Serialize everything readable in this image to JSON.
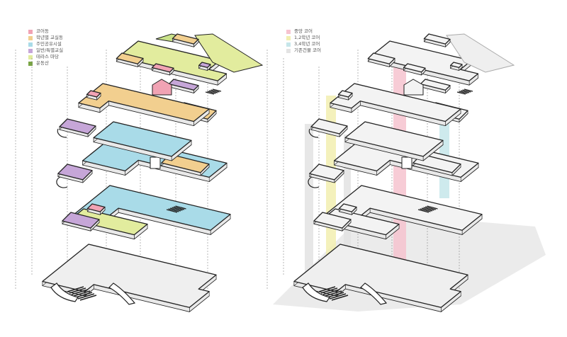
{
  "legend_left": [
    {
      "label": "코어동",
      "color": "#f1a3b4"
    },
    {
      "label": "학년별 교실동",
      "color": "#f2cf8f"
    },
    {
      "label": "주민공유시설",
      "color": "#a9dbe8"
    },
    {
      "label": "일반/특별교실",
      "color": "#c6a6d8"
    },
    {
      "label": "테라스 마당",
      "color": "#e2ec9e"
    },
    {
      "label": "운동산",
      "color": "#79a544"
    }
  ],
  "legend_right": [
    {
      "label": "중앙 코어",
      "color": "#f6c3cf"
    },
    {
      "label": "1,2학년 코어",
      "color": "#f2efb0"
    },
    {
      "label": "3,4학년 코어",
      "color": "#c6e6ea"
    },
    {
      "label": "기존건물 코어",
      "color": "#e3e3e3"
    }
  ],
  "palette": {
    "core": "#f1a3b4",
    "grade": "#f2cf8f",
    "shared": "#a9dbe8",
    "classroom": "#c6a6d8",
    "terrace": "#e2ec9e",
    "hill": "#79a544",
    "base": "#ededed",
    "outline": "#222222",
    "shadow": "#e6e6e6",
    "shaft_center": "#f6c3cf",
    "shaft_12": "#f2efb0",
    "shaft_34": "#c6e6ea",
    "shaft_existing": "#e3e3e3"
  }
}
